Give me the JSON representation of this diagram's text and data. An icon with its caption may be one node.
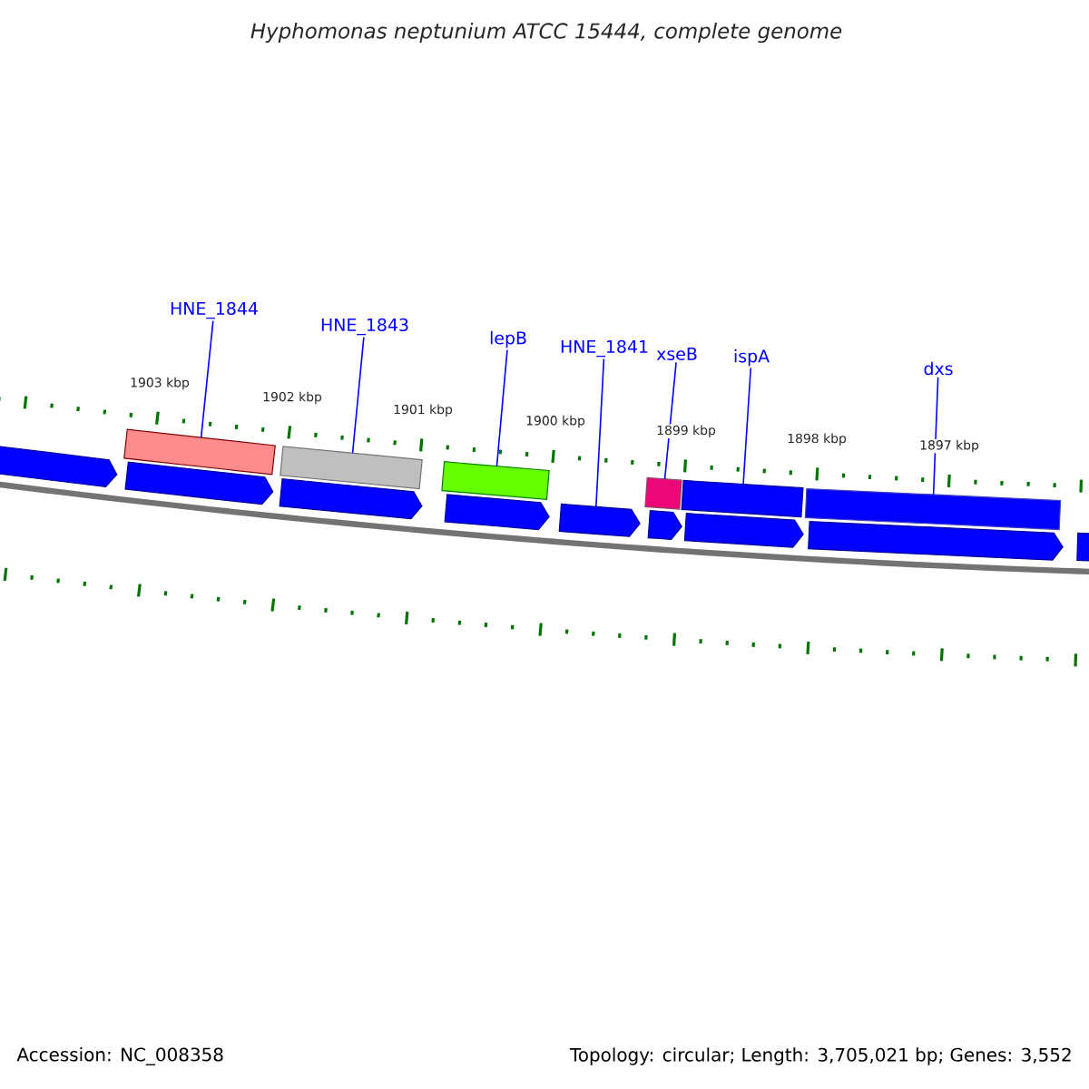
{
  "diagram": {
    "title": "Hyphomonas neptunium ATCC 15444, complete genome",
    "nodes": [
      {
        "text": [
          "HNE_1844"
        ]
      },
      {
        "text": [
          "HNE_1843"
        ]
      },
      {
        "text": [
          "lepB"
        ]
      },
      {
        "text": [
          "HNE_1841"
        ]
      },
      {
        "text": [
          "xseB"
        ]
      },
      {
        "text": [
          "ispA"
        ]
      },
      {
        "text": [
          "dxs"
        ]
      },
      {
        "text": [],
        "shape": "bar"
      },
      {
        "text": [],
        "shape": "bar"
      },
      {
        "text": [],
        "shape": "bar"
      },
      {
        "text": [],
        "shape": "arrow"
      },
      {
        "text": [],
        "shape": "bar"
      },
      {
        "text": [],
        "shape": "bar"
      },
      {
        "text": [],
        "shape": "bar"
      }
    ],
    "edges": [
      {
        "from": 0,
        "to": 7,
        "arrow": "none"
      },
      {
        "from": 1,
        "to": 8,
        "arrow": "none"
      },
      {
        "from": 2,
        "to": 9,
        "arrow": "none"
      },
      {
        "from": 3,
        "to": 10,
        "arrow": "none"
      },
      {
        "from": 4,
        "to": 11,
        "arrow": "none"
      },
      {
        "from": 5,
        "to": 12,
        "arrow": "none"
      },
      {
        "from": 6,
        "to": 13,
        "arrow": "none"
      }
    ],
    "labels": [
      "1903 kbp",
      "1902 kbp",
      "1901 kbp",
      "1900 kbp",
      "1899 kbp",
      "1898 kbp",
      "1897 kbp",
      "Accession: NC_008358",
      "Topology: circular; Length: 3,705,021 bp; Genes: 3,552"
    ]
  }
}
